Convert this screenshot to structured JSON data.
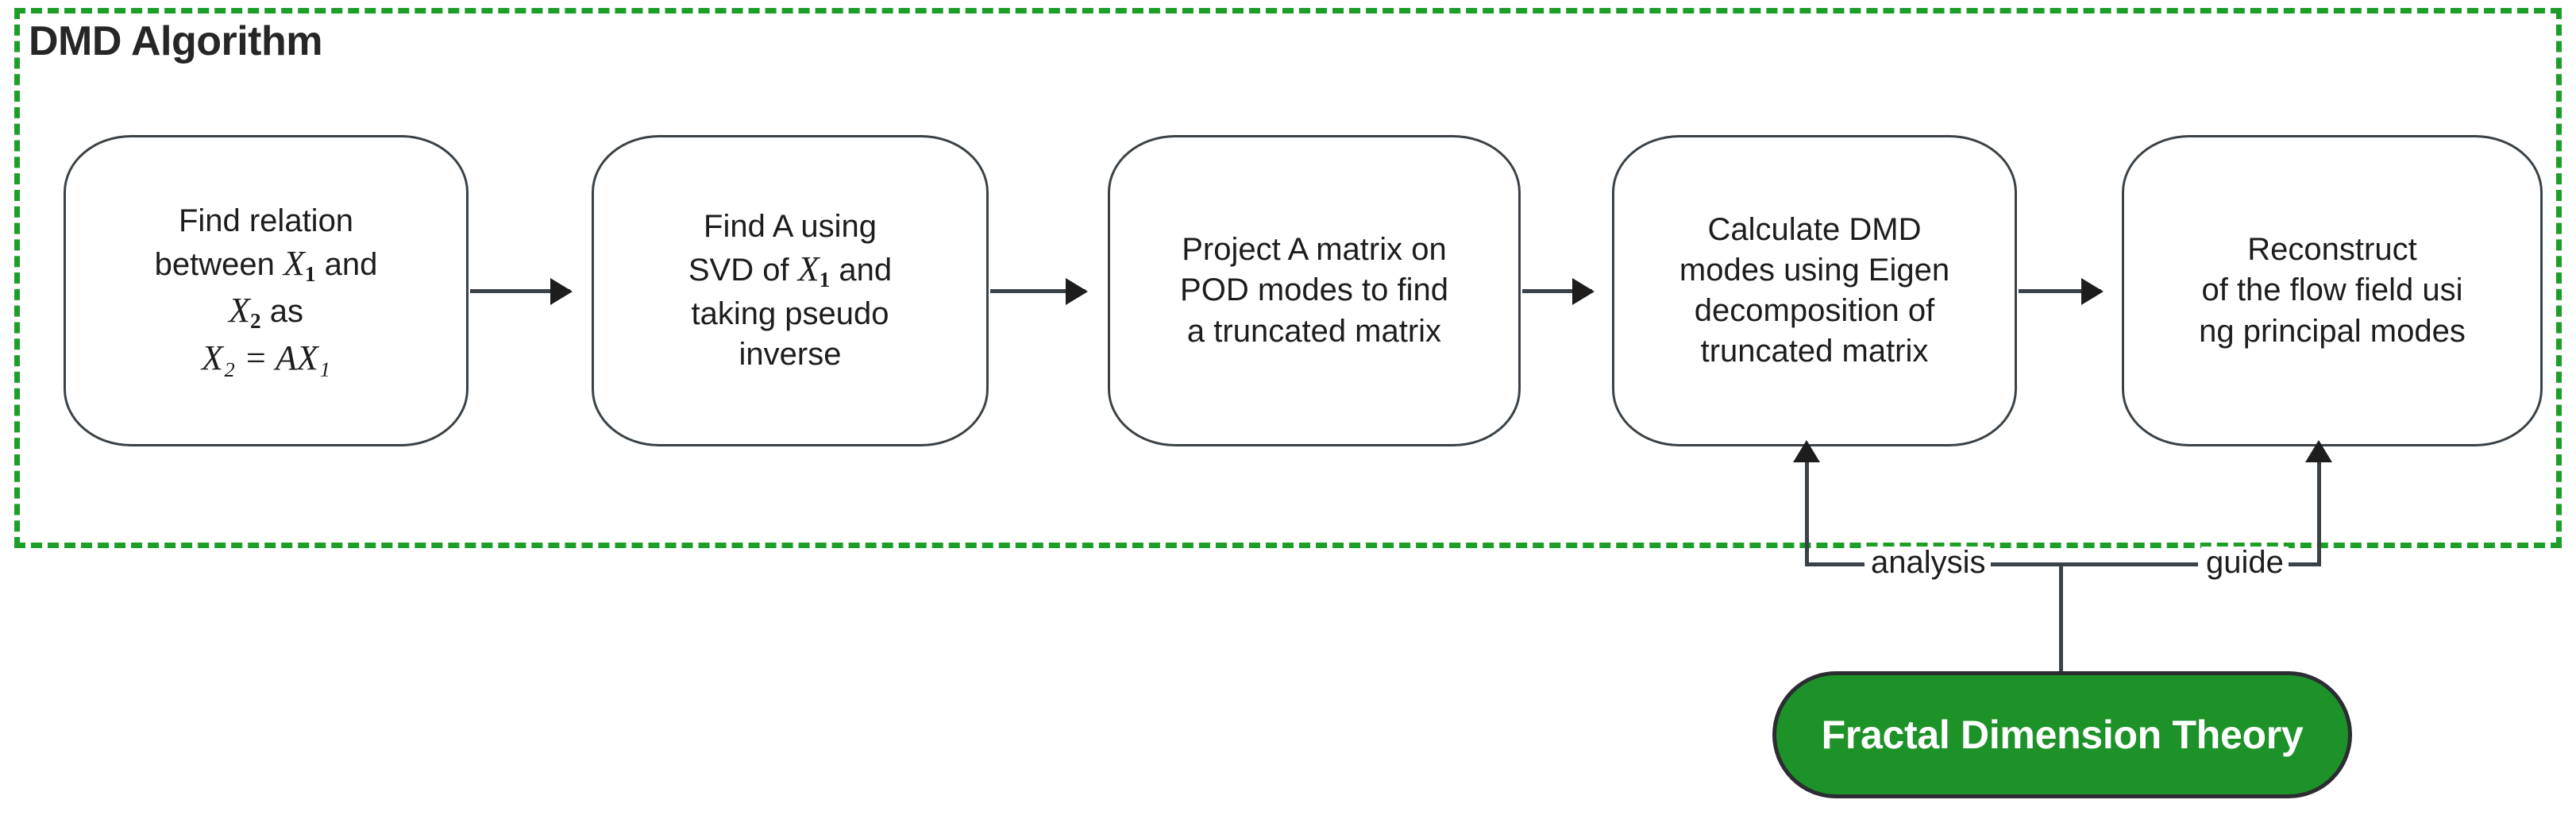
{
  "container": {
    "title": "DMD Algorithm",
    "border_color": "#1d9e28",
    "border_style": "dashed"
  },
  "steps": [
    {
      "id": "step-find-relation",
      "line1": "Find relation",
      "line2_pre": "between ",
      "line2_var": "X",
      "line2_sub": "1",
      "line2_post": " and",
      "line3_var": "X",
      "line3_sub": "2",
      "line3_post": " as",
      "line4_eq": "X₂ = AX₁"
    },
    {
      "id": "step-find-a",
      "line1": "Find A using",
      "line2_pre": "SVD of ",
      "line2_var": "X",
      "line2_sub": "1",
      "line2_post": " and",
      "line3": "taking pseudo",
      "line4": "inverse"
    },
    {
      "id": "step-project-a",
      "line1": "Project A matrix on",
      "line2": "POD modes to find",
      "line3": "a truncated matrix"
    },
    {
      "id": "step-calculate-dmd-modes",
      "line1": "Calculate DMD",
      "line2": "modes using Eigen",
      "line3": "decomposition of",
      "line4": "truncated matrix"
    },
    {
      "id": "step-reconstruct",
      "line1": "Reconstruct",
      "line2": "of the flow field usi",
      "line3": "ng principal modes"
    }
  ],
  "feedback": {
    "node_label": "Fractal Dimension Theory",
    "node_color": "#1d9228",
    "node_text_color": "#ffffff",
    "edge_label_left": "analysis",
    "edge_label_right": "guide"
  }
}
